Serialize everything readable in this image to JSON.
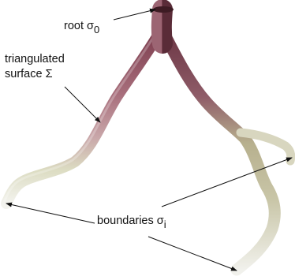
{
  "labels": {
    "root": {
      "text": "root σ",
      "subscript": "0"
    },
    "surface": {
      "line1": "triangulated",
      "line2": "surface Σ"
    },
    "boundaries": {
      "text": "boundaries σ",
      "subscript": "i"
    }
  },
  "colors": {
    "vessel_top": "#8a4a5a",
    "vessel_mid": "#b9848f",
    "vessel_low": "#dcdcc0",
    "vessel_tip": "#f2f2ec",
    "arrow": "#111111"
  }
}
